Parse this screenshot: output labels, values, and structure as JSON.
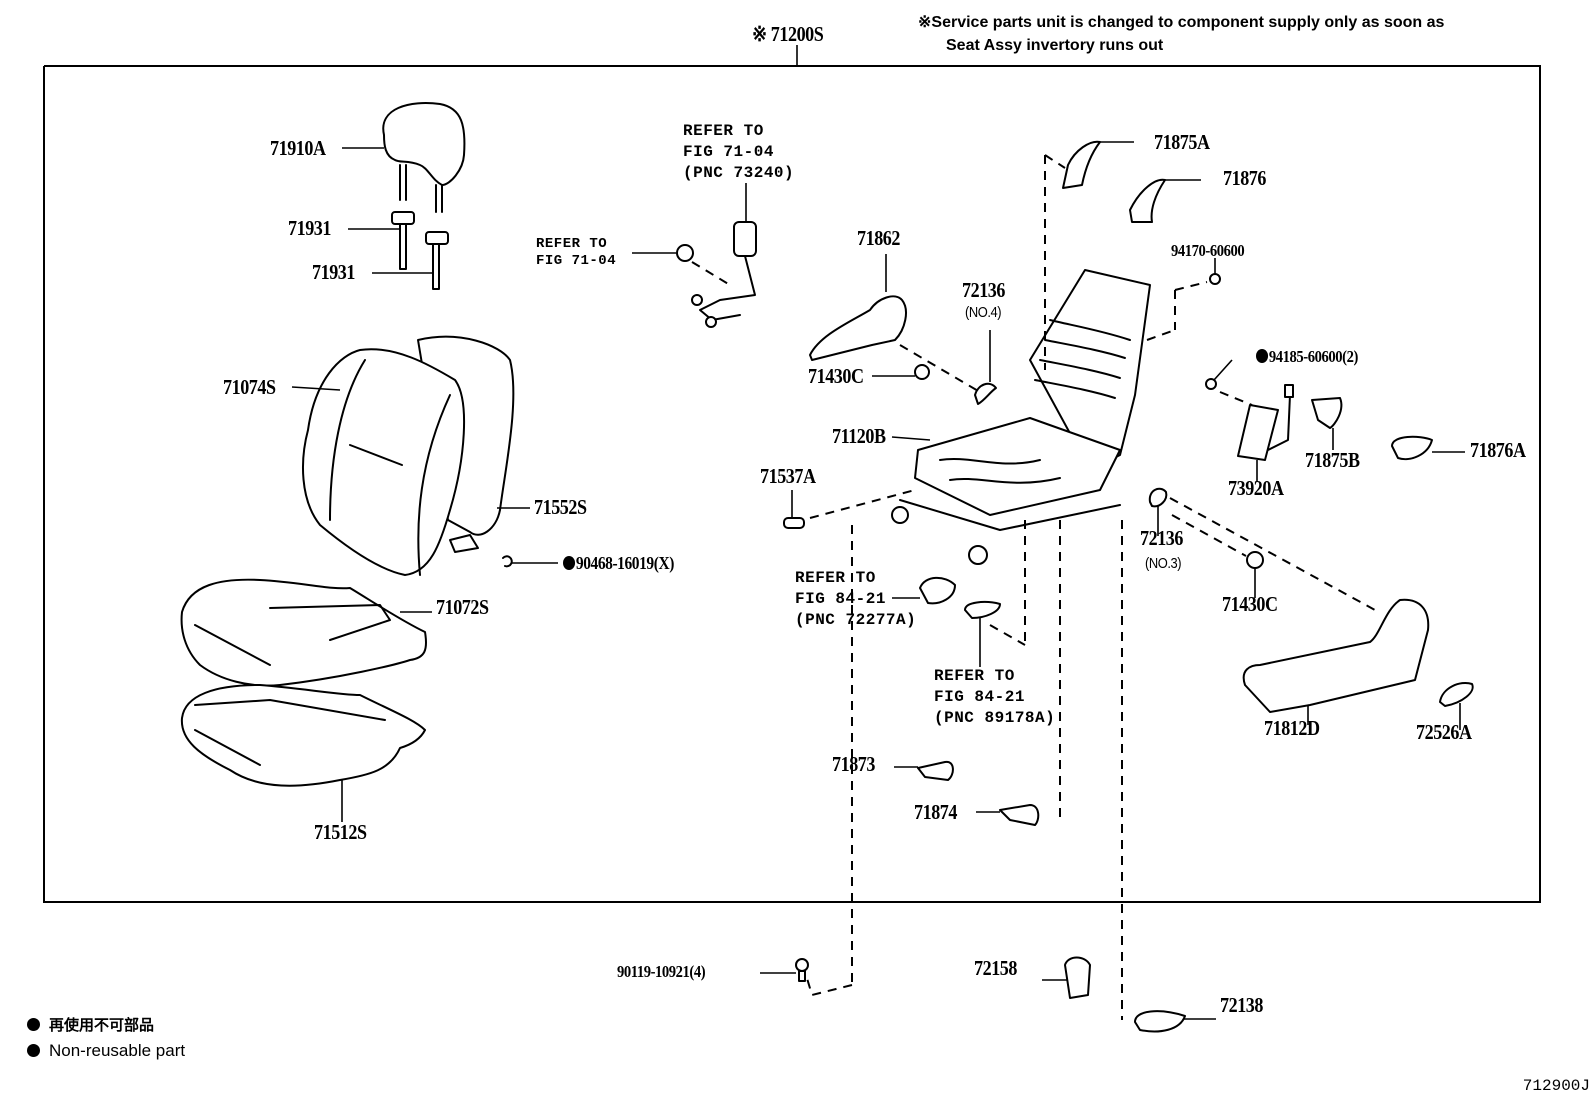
{
  "assembly": {
    "label": "※ 71200S"
  },
  "service_note": {
    "line1": "※Service parts unit is changed to component supply only as soon as",
    "line2": "Seat Assy invertory runs out"
  },
  "parts": {
    "headrest": "71910A",
    "support_1": "71931",
    "support_2": "71931",
    "back_cover": "71074S",
    "back_pad": "71552S",
    "hog_ring": "90468-16019(X)",
    "cushion_cover": "71072S",
    "cushion_pad": "71512S",
    "shield_left": "71862",
    "shield_screw_left": "71430C",
    "cap_no4": "72136",
    "cap_no4_sub": "(NO.4)",
    "frame_cushion": "71120B",
    "cover_71537a": "71537A",
    "bracket_71875a": "71875A",
    "bracket_71876": "71876",
    "nut_94170": "94170-60600",
    "nut_94185": "94185-60600(2)",
    "airbag": "73920A",
    "bracket_71875b": "71875B",
    "bracket_71876a": "71876A",
    "cap_no3": "72136",
    "cap_no3_sub": "(NO.3)",
    "shield_screw_right": "71430C",
    "shield_right": "71812D",
    "knob": "72526A",
    "cover_71873": "71873",
    "cover_71874": "71874",
    "bolt_90119": "90119-10921(4)",
    "cover_72158": "72158",
    "cover_72138": "72138"
  },
  "non_reusable_flags": [
    "hog_ring",
    "nut_94185"
  ],
  "references": {
    "belt_buckle": {
      "line1": "REFER TO",
      "line2": "FIG 71-04",
      "line3": "(PNC 73240)"
    },
    "belt_bolt": {
      "line1": "REFER TO",
      "line2": "FIG 71-04"
    },
    "switch_72277a": {
      "line1": "REFER TO",
      "line2": "FIG 84-21",
      "line3": "(PNC 72277A)"
    },
    "sensor_89178a": {
      "line1": "REFER TO",
      "line2": "FIG 84-21",
      "line3": "(PNC 89178A)"
    }
  },
  "legend": {
    "jp": "再使用不可部品",
    "en": "Non-reusable part"
  },
  "figure_number": "712900J"
}
